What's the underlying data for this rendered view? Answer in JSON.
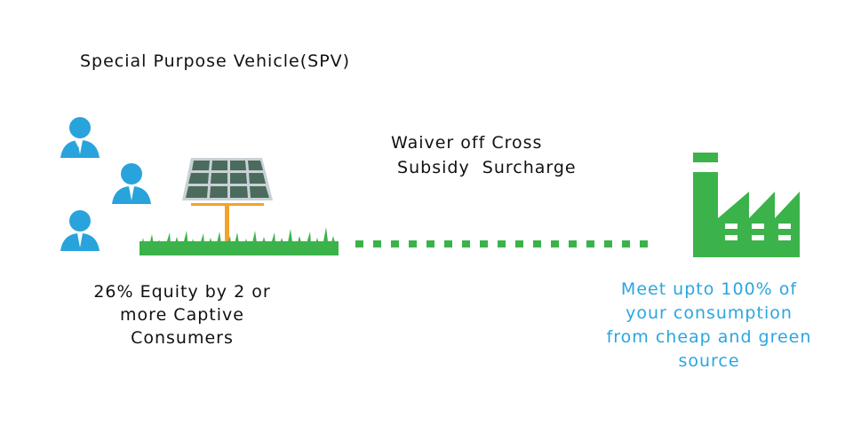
{
  "title": "Special Purpose Vehicle(SPV)",
  "waiver": {
    "line1": "Waiver off Cross",
    "line2": " Subsidy  Surcharge"
  },
  "equity": {
    "line1": "26% Equity by 2 or",
    "line2": "more Captive",
    "line3": "Consumers"
  },
  "meet": {
    "line1": "Meet upto 100% of",
    "line2": "your consumption",
    "line3": "from cheap and green",
    "line4": "source"
  },
  "colors": {
    "person": "#29a3dc",
    "green": "#3bb34a",
    "meet_text": "#2aa6df",
    "panel_frame": "#c9d1d6",
    "panel_cell": "#4b6b5c",
    "pole": "#f3a22b"
  },
  "icons": [
    "user-icon",
    "solar-panel-icon",
    "grass-icon",
    "factory-icon"
  ]
}
